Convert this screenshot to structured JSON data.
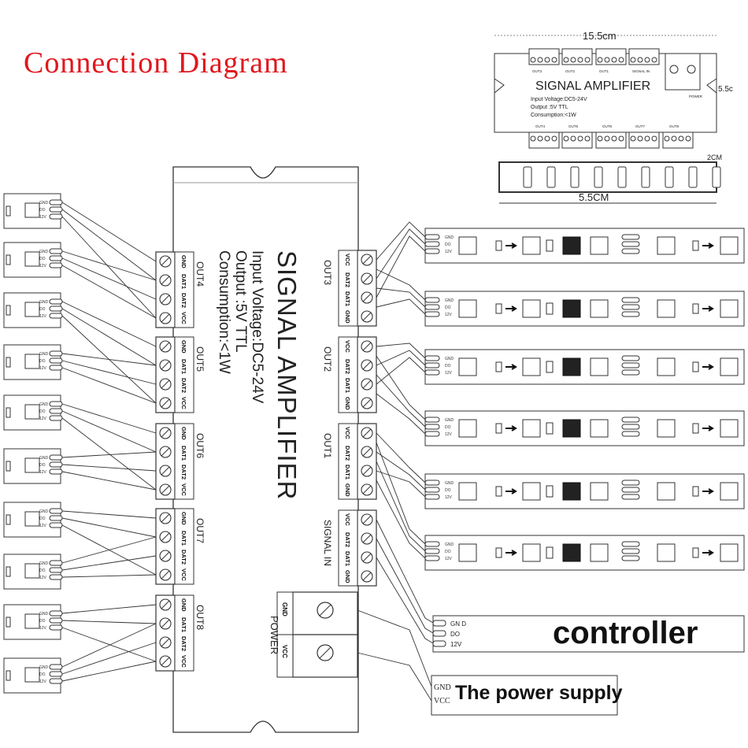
{
  "title": "Connection Diagram",
  "module": {
    "name": "SIGNAL AMPLIFIER",
    "spec_voltage": "Input Voltage:DC5-24V",
    "spec_output": "Output :5V  TTL",
    "spec_consumption": "Consumption:<1W"
  },
  "left_ports": [
    {
      "label": "OUT4",
      "pins": [
        "GND",
        "DAT1",
        "DAT2",
        "VCC"
      ]
    },
    {
      "label": "OUT5",
      "pins": [
        "GND",
        "DAT1",
        "DAT2",
        "VCC"
      ]
    },
    {
      "label": "OUT6",
      "pins": [
        "GND",
        "DAT1",
        "DAT2",
        "VCC"
      ]
    },
    {
      "label": "OUT7",
      "pins": [
        "GND",
        "DAT1",
        "DAT2",
        "VCC"
      ]
    },
    {
      "label": "OUT8",
      "pins": [
        "GND",
        "DAT1",
        "DAT2",
        "VCC"
      ]
    }
  ],
  "right_ports": [
    {
      "label": "OUT3",
      "pins": [
        "VCC",
        "DAT2",
        "DAT1",
        "GND"
      ]
    },
    {
      "label": "OUT2",
      "pins": [
        "VCC",
        "DAT2",
        "DAT1",
        "GND"
      ]
    },
    {
      "label": "OUT1",
      "pins": [
        "VCC",
        "DAT2",
        "DAT1",
        "GND"
      ]
    },
    {
      "label": "SIGNAL IN",
      "pins": [
        "VCC",
        "DAT2",
        "DAT1",
        "GND"
      ]
    }
  ],
  "power": {
    "label": "POWER",
    "pins": [
      "GND",
      "VCC"
    ]
  },
  "strip_pads": [
    "GND",
    "DO",
    "12V"
  ],
  "controller": {
    "label": "controller",
    "pins": [
      "GN D",
      "DO",
      "12V"
    ]
  },
  "power_supply": {
    "label": "The power supply",
    "pins": [
      "GND",
      "VCC"
    ]
  },
  "dimensions": {
    "length": "15.5cm",
    "width": "5.5CM",
    "width_side": "5.5c",
    "height": "2CM"
  },
  "mini": {
    "name": "SIGNAL AMPLIFIER",
    "spec_voltage": "Input Voltage:DC5-24V",
    "spec_output": "Output :5V  TTL",
    "spec_consumption": "Consumption:<1W",
    "top_ports": [
      "OUT3",
      "OUT2",
      "OUT1",
      "SIGNAL IN"
    ],
    "bottom_ports": [
      "OUT4",
      "OUT5",
      "OUT6",
      "OUT7",
      "OUT8"
    ],
    "power_label": "POWER"
  }
}
